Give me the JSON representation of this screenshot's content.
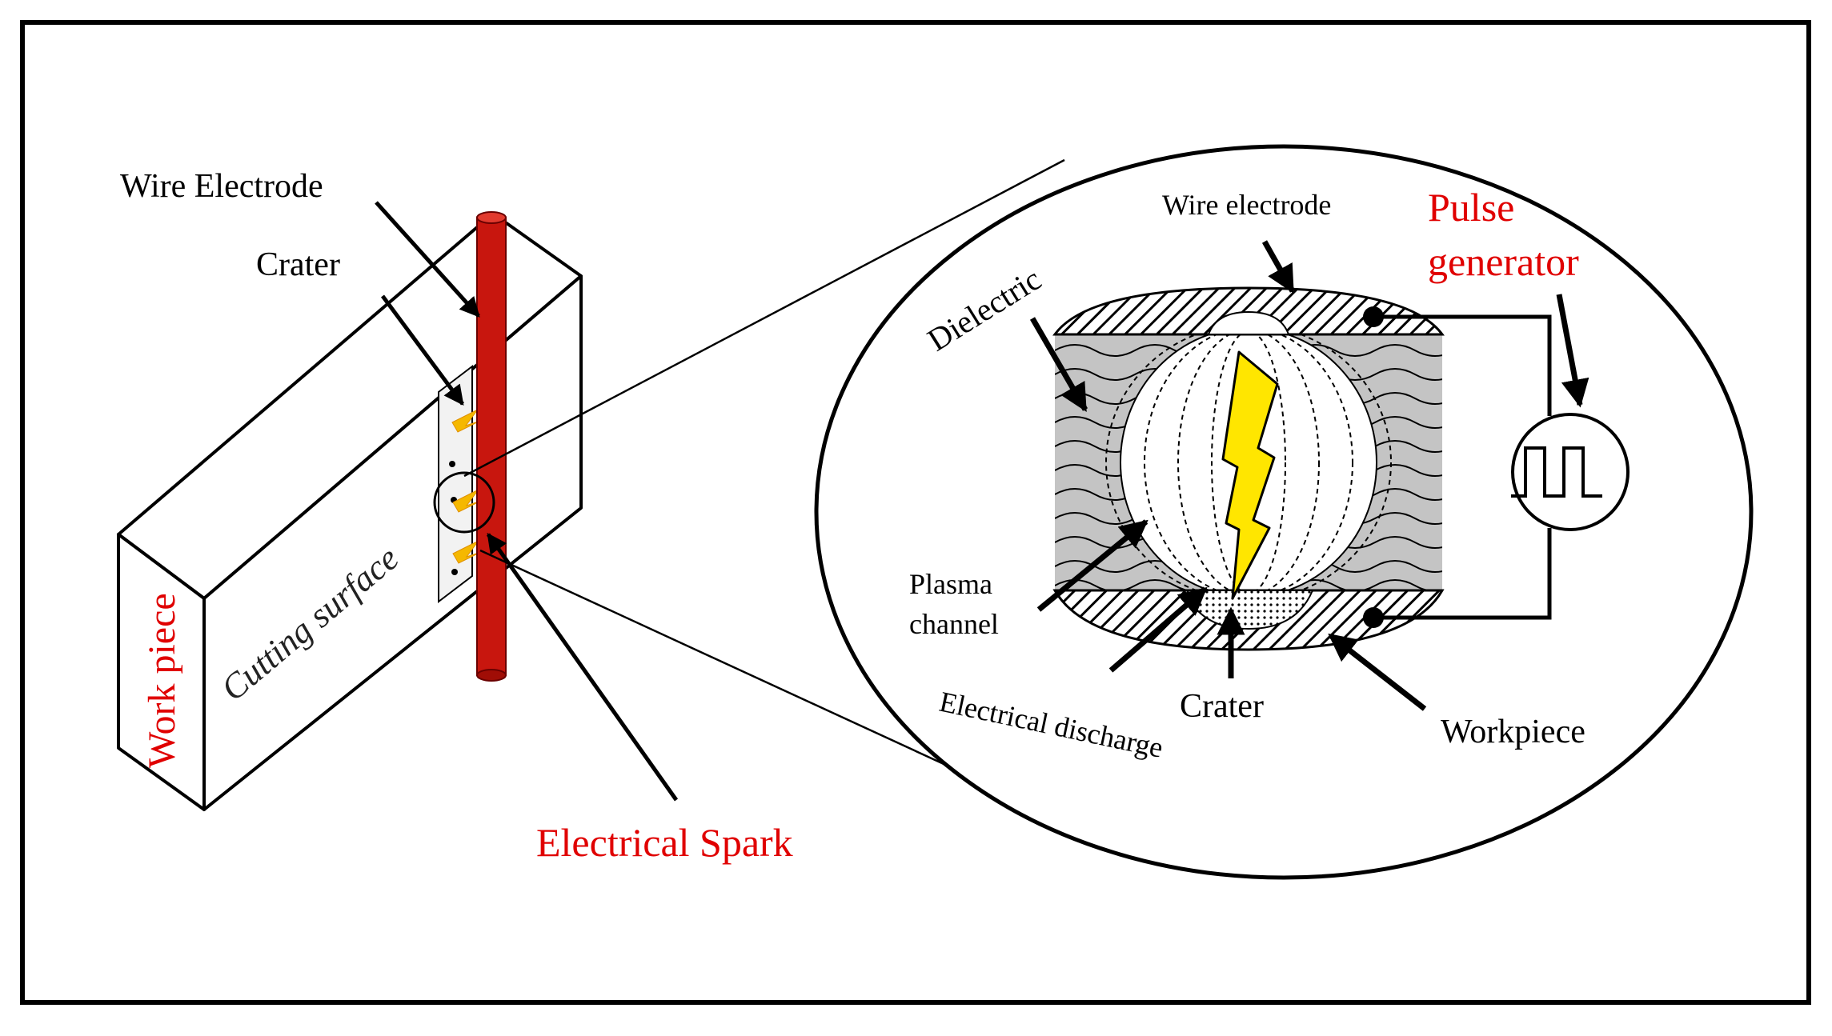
{
  "labels": {
    "wire_electrode_left": "Wire Electrode",
    "crater_left": "Crater",
    "cutting_surface": "Cutting surface",
    "work_piece": "Work piece",
    "electrical_spark": "Electrical Spark",
    "wire_electrode_right": "Wire electrode",
    "pulse_line1": "Pulse",
    "pulse_line2": "generator",
    "dielectric": "Dielectric",
    "plasma_line1": "Plasma",
    "plasma_line2": "channel",
    "crater_right": "Crater",
    "workpiece_right": "Workpiece",
    "electrical_discharge": "Electrical discharge"
  },
  "colors": {
    "accent_red": "#e00000",
    "wire_red": "#c8160e",
    "spark_yellow": "#ffe600",
    "spark_orange": "#f5b800",
    "dielectric_gray": "#c4c4c4",
    "ink": "#000000"
  }
}
